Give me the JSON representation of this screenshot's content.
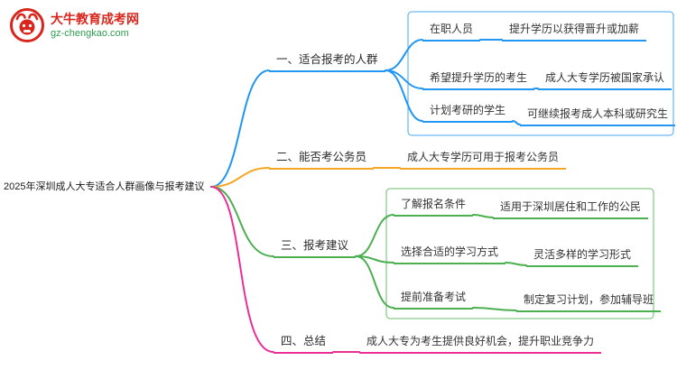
{
  "logo": {
    "title": "大牛教育成考网",
    "subtitle": "gz-chengkao.com"
  },
  "root": {
    "label": "2025年深圳成人大专适合人群画像与报考建议"
  },
  "branches": [
    {
      "label": "一、适合报考的人群",
      "children": [
        {
          "label": "在职人员",
          "detail": "提升学历以获得晋升或加薪"
        },
        {
          "label": "希望提升学历的考生",
          "detail": "成人大专学历被国家承认"
        },
        {
          "label": "计划考研的学生",
          "detail": "可继续报考成人本科或研究生"
        }
      ]
    },
    {
      "label": "二、能否考公务员",
      "children": [
        {
          "label": "成人大专学历可用于报考公务员",
          "detail": ""
        }
      ]
    },
    {
      "label": "三、报考建议",
      "children": [
        {
          "label": "了解报名条件",
          "detail": "适用于深圳居住和工作的公民"
        },
        {
          "label": "选择合适的学习方式",
          "detail": "灵活多样的学习形式"
        },
        {
          "label": "提前准备考试",
          "detail": "制定复习计划，参加辅导班"
        }
      ]
    },
    {
      "label": "四、总结",
      "children": [
        {
          "label": "成人大专为考生提供良好机会，提升职业竞争力",
          "detail": ""
        }
      ]
    }
  ],
  "colors": {
    "branch1": "#2196F3",
    "branch2": "#F5A623",
    "branch3": "#4CAF50",
    "branch4": "#EB2F96",
    "logo_red": "#d8261c",
    "logo_green": "#2e9e4f"
  }
}
